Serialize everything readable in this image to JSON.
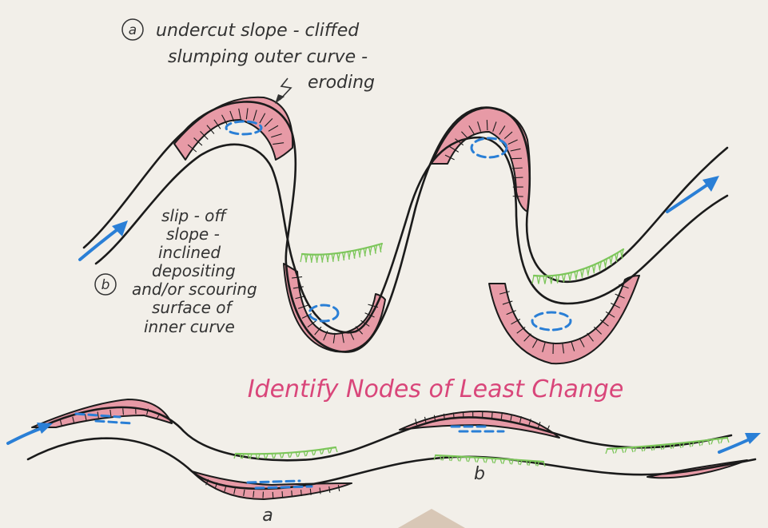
{
  "labels": {
    "undercut_marker": "a",
    "undercut_line1": "undercut slope - cliffed",
    "undercut_line2": "slumping outer curve -",
    "undercut_line3": "eroding",
    "slipoff_marker": "b",
    "slipoff_line1": "slip - off",
    "slipoff_line2": "slope -",
    "slipoff_line3": "inclined",
    "slipoff_line4": "depositing",
    "slipoff_line5": "and/or scouring",
    "slipoff_line6": "surface of",
    "slipoff_line7": "inner curve",
    "heading": "Identify Nodes of Least Change",
    "point_a": "a",
    "point_b": "b"
  },
  "colors": {
    "background": "#f2efe9",
    "erosion_fill": "#e79aa6",
    "flow_arrow": "#2a7fd6",
    "deposition_grass": "#7cc65a",
    "heading_text": "#d9467a"
  }
}
